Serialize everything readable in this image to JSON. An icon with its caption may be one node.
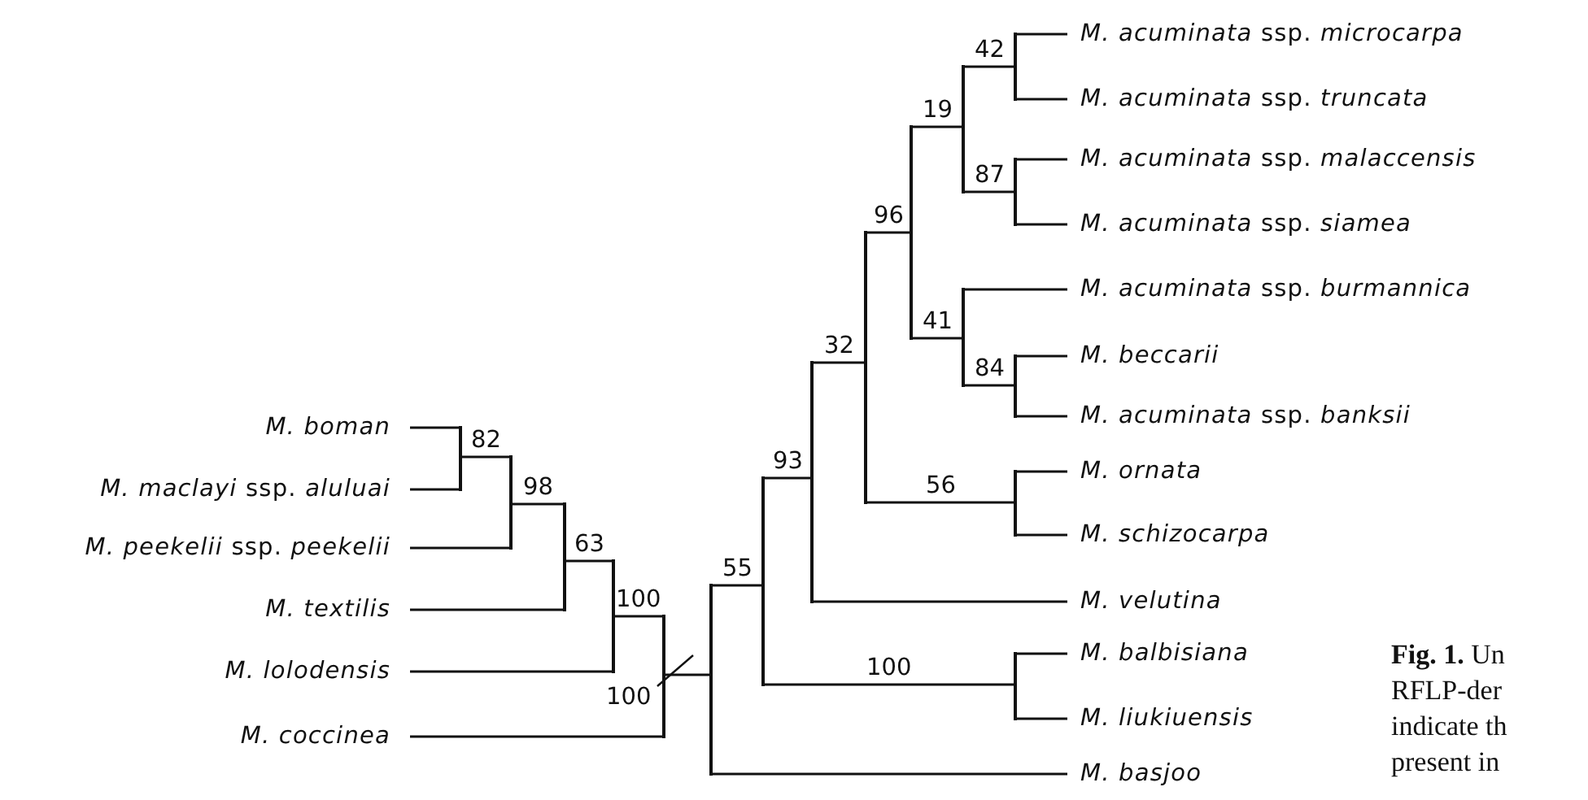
{
  "diagram": {
    "caption": "**Fig. 1.** Un RFLP-der indicate th present in",
    "nodes": [
      {
        "text": [
          "M. boman"
        ]
      },
      {
        "text": [
          "*M. maclayi* ssp. *aluluai*"
        ]
      },
      {
        "text": [
          "*M. peekelii* ssp. *peekelii*"
        ]
      },
      {
        "text": [
          "M. textilis"
        ]
      },
      {
        "text": [
          "M. lolodensis"
        ]
      },
      {
        "text": [
          "M. coccinea"
        ]
      },
      {
        "text": [],
        "shape": "bar"
      },
      {
        "text": [],
        "shape": "bar"
      },
      {
        "text": [],
        "shape": "bar"
      },
      {
        "text": [],
        "shape": "bar"
      },
      {
        "text": [],
        "shape": "bar"
      },
      {
        "text": [],
        "shape": "bar"
      },
      {
        "text": [],
        "shape": "bar"
      },
      {
        "text": [],
        "shape": "bar"
      },
      {
        "text": [],
        "shape": "bar"
      },
      {
        "text": [],
        "shape": "bar"
      },
      {
        "text": [],
        "shape": "bar"
      },
      {
        "text": [],
        "shape": "bar"
      },
      {
        "text": [],
        "shape": "bar"
      },
      {
        "text": [],
        "shape": "bar"
      },
      {
        "text": [],
        "shape": "bar"
      },
      {
        "text": [],
        "shape": "bar"
      },
      {
        "text": [],
        "shape": "bar"
      },
      {
        "text": [
          "*M. acuminata* ssp. *microcarpa*"
        ]
      },
      {
        "text": [
          "*M. acuminata* ssp. *truncata*"
        ]
      },
      {
        "text": [
          "*M. acuminata* ssp. *malaccensis*"
        ]
      },
      {
        "text": [
          "*M. acuminata* ssp. *siamea*"
        ]
      },
      {
        "text": [
          "*M. acuminata* ssp. *burmannica*"
        ]
      },
      {
        "text": [
          "M. beccarii"
        ]
      },
      {
        "text": [
          "*M. acuminata* ssp. *banksii*"
        ]
      },
      {
        "text": [
          "M. ornata"
        ]
      },
      {
        "text": [
          "M. schizocarpa"
        ]
      },
      {
        "text": [
          "M. velutina"
        ]
      },
      {
        "text": [
          "M. balbisiana"
        ]
      },
      {
        "text": [
          "M. liukiuensis"
        ]
      },
      {
        "text": [
          "M. basjoo"
        ]
      }
    ],
    "edges": [
      {
        "from": 6,
        "to": 0,
        "arrow": "none"
      },
      {
        "from": 6,
        "to": 1,
        "arrow": "none"
      },
      {
        "from": 7,
        "to": 6,
        "arrow": "none",
        "label": "82"
      },
      {
        "from": 7,
        "to": 2,
        "arrow": "none"
      },
      {
        "from": 8,
        "to": 7,
        "arrow": "none",
        "label": "98"
      },
      {
        "from": 8,
        "to": 3,
        "arrow": "none"
      },
      {
        "from": 9,
        "to": 8,
        "arrow": "none",
        "label": "63"
      },
      {
        "from": 9,
        "to": 4,
        "arrow": "none"
      },
      {
        "from": 10,
        "to": 9,
        "arrow": "none",
        "label": "100"
      },
      {
        "from": 10,
        "to": 5,
        "arrow": "none"
      },
      {
        "from": 11,
        "to": 10,
        "arrow": "none",
        "label": "100"
      },
      {
        "from": 11,
        "to": 12,
        "arrow": "none",
        "label": "55"
      },
      {
        "from": 11,
        "to": 35,
        "arrow": "none"
      },
      {
        "from": 12,
        "to": 13,
        "arrow": "none",
        "label": "93"
      },
      {
        "from": 12,
        "to": 22,
        "arrow": "none",
        "label": "100"
      },
      {
        "from": 13,
        "to": 14,
        "arrow": "none",
        "label": "32"
      },
      {
        "from": 13,
        "to": 32,
        "arrow": "none"
      },
      {
        "from": 14,
        "to": 15,
        "arrow": "none",
        "label": "96"
      },
      {
        "from": 14,
        "to": 21,
        "arrow": "none",
        "label": "56"
      },
      {
        "from": 15,
        "to": 16,
        "arrow": "none",
        "label": "19"
      },
      {
        "from": 15,
        "to": 19,
        "arrow": "none",
        "label": "41"
      },
      {
        "from": 16,
        "to": 17,
        "arrow": "none",
        "label": "42"
      },
      {
        "from": 16,
        "to": 18,
        "arrow": "none",
        "label": "87"
      },
      {
        "from": 17,
        "to": 23,
        "arrow": "none"
      },
      {
        "from": 17,
        "to": 24,
        "arrow": "none"
      },
      {
        "from": 18,
        "to": 25,
        "arrow": "none"
      },
      {
        "from": 18,
        "to": 26,
        "arrow": "none"
      },
      {
        "from": 19,
        "to": 27,
        "arrow": "none"
      },
      {
        "from": 19,
        "to": 20,
        "arrow": "none",
        "label": "84"
      },
      {
        "from": 20,
        "to": 28,
        "arrow": "none"
      },
      {
        "from": 20,
        "to": 29,
        "arrow": "none"
      },
      {
        "from": 21,
        "to": 30,
        "arrow": "none"
      },
      {
        "from": 21,
        "to": 31,
        "arrow": "none"
      },
      {
        "from": 22,
        "to": 33,
        "arrow": "none"
      },
      {
        "from": 22,
        "to": 34,
        "arrow": "none"
      }
    ]
  }
}
